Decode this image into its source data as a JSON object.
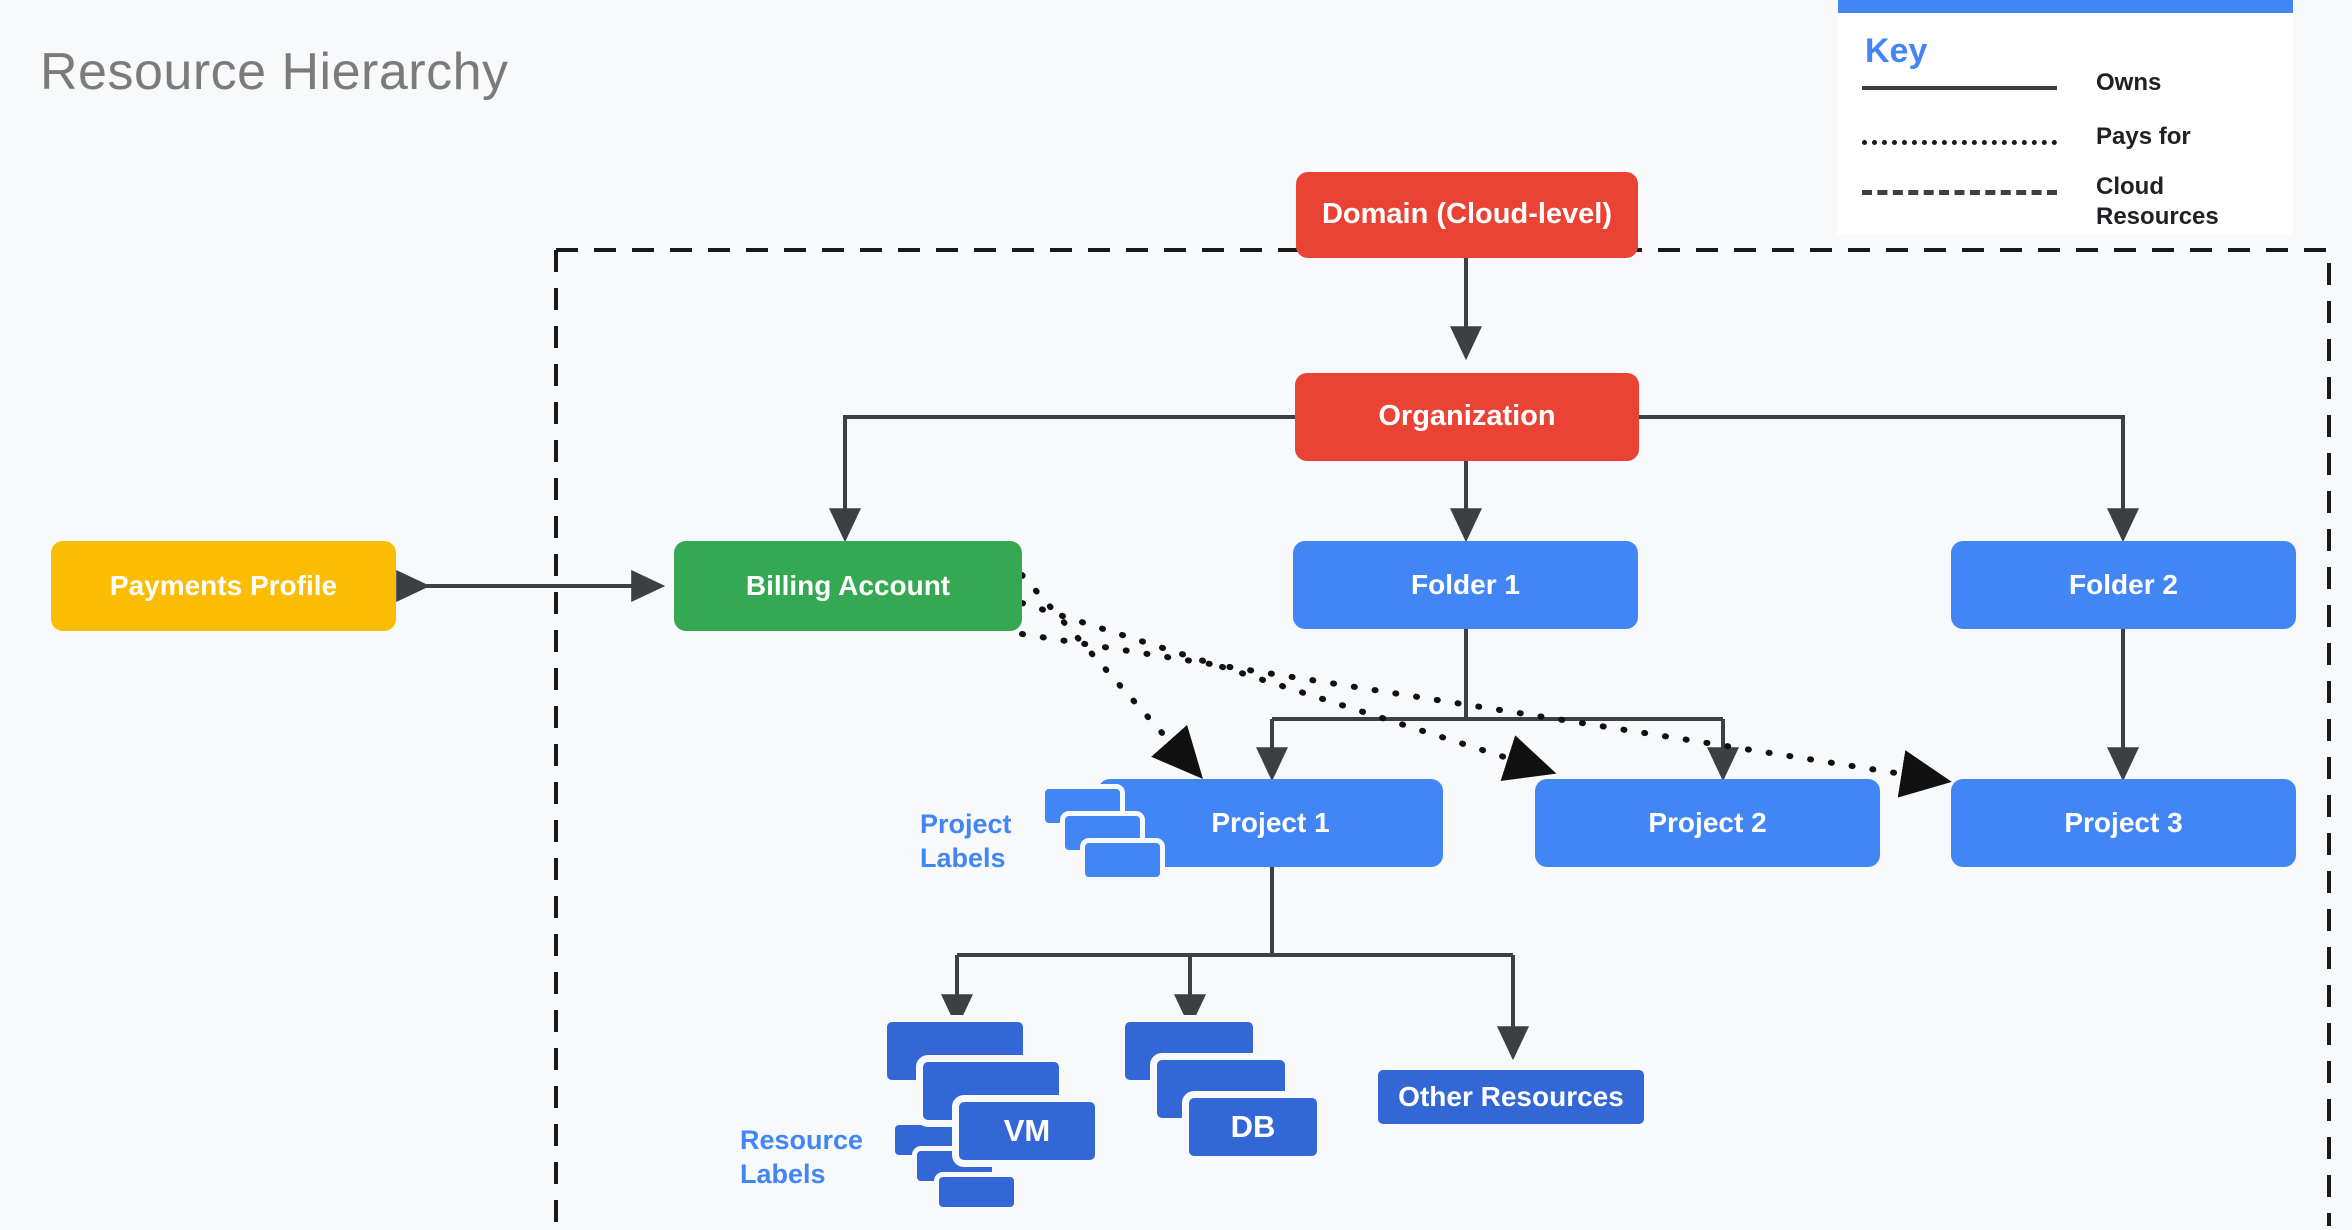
{
  "page": {
    "title": "Resource Hierarchy",
    "background_color": "#F7F9FB",
    "title_color": "#7B7B7B"
  },
  "legend": {
    "heading": "Key",
    "accent_color": "#4285F4",
    "items": [
      {
        "style": "solid",
        "label": "Owns"
      },
      {
        "style": "dotted",
        "label": "Pays for"
      },
      {
        "style": "dashed",
        "label": "Cloud Resources"
      }
    ]
  },
  "colors": {
    "red": "#EA4335",
    "green": "#34A853",
    "yellow": "#FBBC04",
    "blue": "#4285F4",
    "dark_blue": "#3367D6",
    "line": "#3C4043"
  },
  "boundary": {
    "name": "cloud-resources-boundary",
    "style": "dashed",
    "label_from_legend": "Cloud Resources"
  },
  "nodes": {
    "domain": {
      "label": "Domain (Cloud-level)",
      "color": "red"
    },
    "organization": {
      "label": "Organization",
      "color": "red"
    },
    "payments": {
      "label": "Payments Profile",
      "color": "yellow"
    },
    "billing": {
      "label": "Billing Account",
      "color": "green"
    },
    "folder1": {
      "label": "Folder 1",
      "color": "blue"
    },
    "folder2": {
      "label": "Folder 2",
      "color": "blue"
    },
    "project1": {
      "label": "Project 1",
      "color": "blue"
    },
    "project2": {
      "label": "Project 2",
      "color": "blue"
    },
    "project3": {
      "label": "Project 3",
      "color": "blue"
    },
    "vm": {
      "label": "VM",
      "color": "dark_blue"
    },
    "db": {
      "label": "DB",
      "color": "dark_blue"
    },
    "other": {
      "label": "Other Resources",
      "color": "dark_blue"
    }
  },
  "side_labels": {
    "project_labels": "Project\nLabels",
    "project_labels_l1": "Project",
    "project_labels_l2": "Labels",
    "resource_labels_l1": "Resource",
    "resource_labels_l2": "Labels"
  },
  "edges": [
    {
      "from": "organization",
      "to": "domain",
      "type": "owns",
      "arrows": "both"
    },
    {
      "from": "organization",
      "to": "billing",
      "type": "owns",
      "arrows": "end"
    },
    {
      "from": "organization",
      "to": "folder1",
      "type": "owns",
      "arrows": "end"
    },
    {
      "from": "organization",
      "to": "folder2",
      "type": "owns",
      "arrows": "end"
    },
    {
      "from": "payments",
      "to": "billing",
      "type": "owns",
      "arrows": "both"
    },
    {
      "from": "folder1",
      "to": "project1",
      "type": "owns",
      "arrows": "end"
    },
    {
      "from": "folder1",
      "to": "project2",
      "type": "owns",
      "arrows": "end"
    },
    {
      "from": "folder2",
      "to": "project3",
      "type": "owns",
      "arrows": "end"
    },
    {
      "from": "project1",
      "to": "vm",
      "type": "owns",
      "arrows": "end"
    },
    {
      "from": "project1",
      "to": "db",
      "type": "owns",
      "arrows": "end"
    },
    {
      "from": "project1",
      "to": "other",
      "type": "owns",
      "arrows": "end"
    },
    {
      "from": "billing",
      "to": "project1",
      "type": "pays-for",
      "arrows": "end"
    },
    {
      "from": "billing",
      "to": "project2",
      "type": "pays-for",
      "arrows": "end"
    },
    {
      "from": "billing",
      "to": "project3",
      "type": "pays-for",
      "arrows": "end"
    }
  ]
}
